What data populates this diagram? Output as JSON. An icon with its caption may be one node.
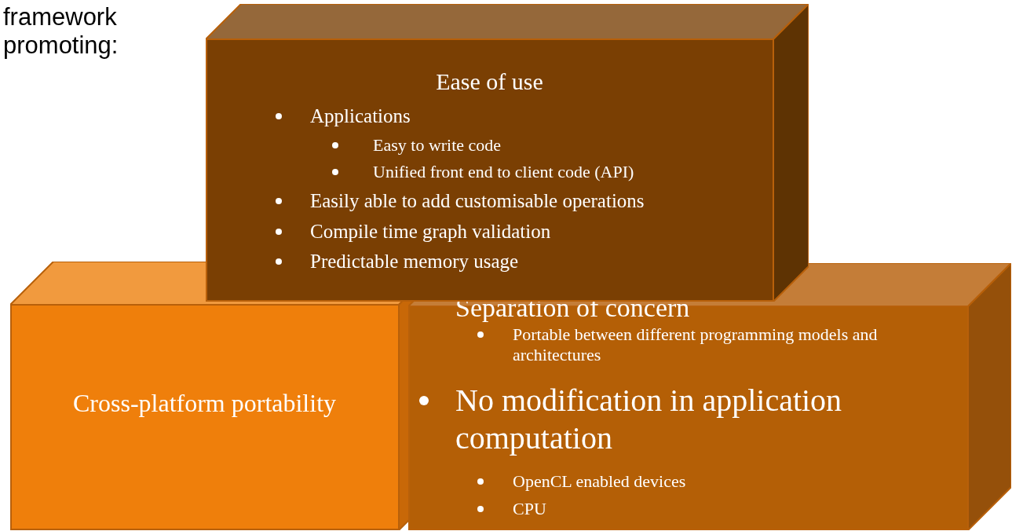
{
  "diagram": {
    "nodes": [
      {
        "text": [
          "Ease of use",
          "Applications",
          "Easy to write code",
          "Unified front end to client code (API)",
          "Easily able to add customisable operations",
          "Compile time graph validation",
          "Predictable memory usage"
        ]
      },
      {
        "text": [
          "Cross-platform portability"
        ]
      },
      {
        "text": [
          "Separation of concern",
          "Portable between different programming models and architectures",
          "No modification in application computation",
          "OpenCL enabled devices",
          "CPU"
        ]
      }
    ],
    "labels": [
      "framework promoting:"
    ]
  }
}
